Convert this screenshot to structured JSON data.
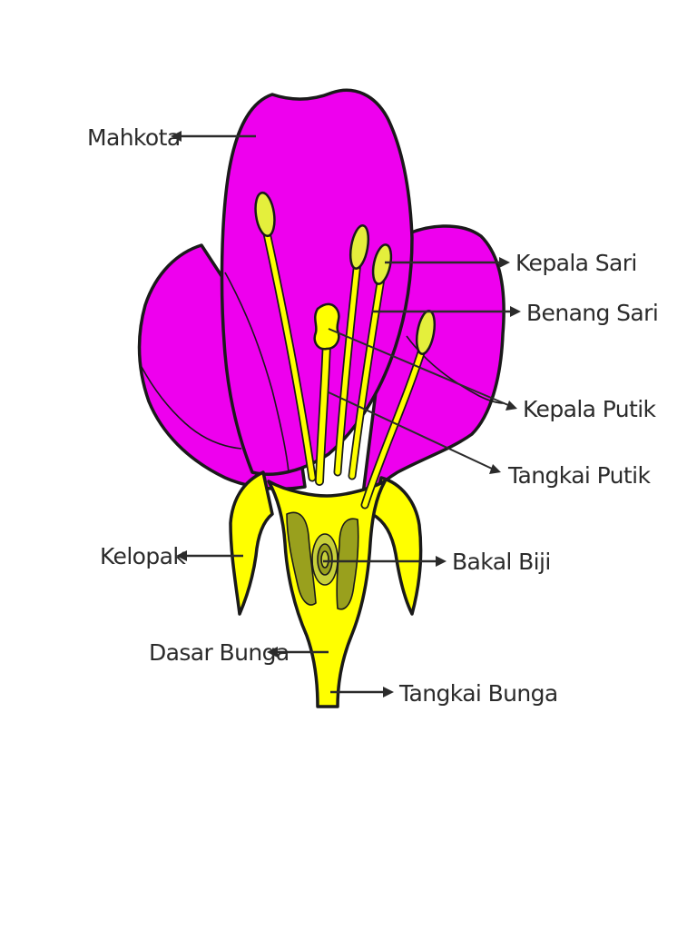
{
  "labels": {
    "mahkota": "Mahkota",
    "kepala_sari": "Kepala Sari",
    "benang_sari": "Benang Sari",
    "kepala_putik": "Kepala Putik",
    "tangkai_putik": "Tangkai Putik",
    "kelopak": "Kelopak",
    "bakal_biji": "Bakal Biji",
    "dasar_bunga": "Dasar Bunga",
    "tangkai_bunga": "Tangkai Bunga"
  },
  "colors": {
    "petal": "#ee00ee",
    "sepal_receptacle": "#ffff00",
    "anther": "#e4ef3c",
    "ovary_dark": "#99a01d",
    "ovule_ring": "#c7cf3a",
    "outline": "#1a1a1a",
    "label_text": "#2b2b2b"
  }
}
